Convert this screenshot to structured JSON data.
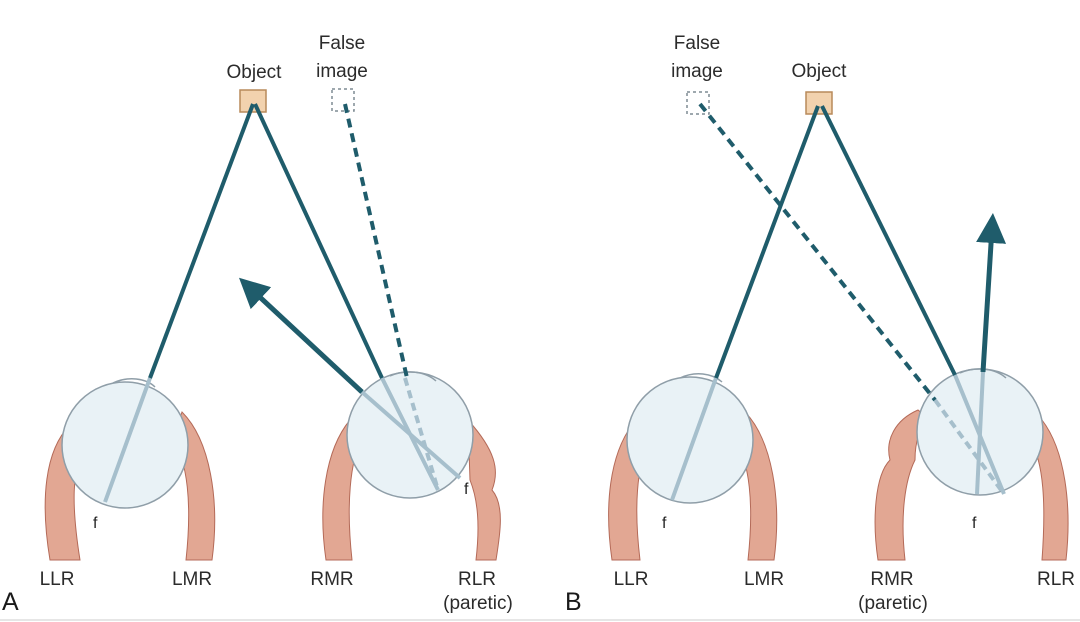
{
  "panel_a": {
    "letter": "A",
    "object": "Object",
    "false_image_1": "False",
    "false_image_2": "image",
    "fovea_left": "f",
    "fovea_right": "f",
    "muscles": [
      "LLR",
      "LMR",
      "RMR",
      "RLR"
    ],
    "paretic": "(paretic)"
  },
  "panel_b": {
    "letter": "B",
    "object": "Object",
    "false_image_1": "False",
    "false_image_2": "image",
    "fovea_left": "f",
    "fovea_right": "f",
    "muscles": [
      "LLR",
      "LMR",
      "RMR",
      "RLR"
    ],
    "paretic": "(paretic)"
  },
  "colors": {
    "ray": "#1f5c6b",
    "axis": "#a6bfcc",
    "eye_fill": "#e9f2f6",
    "eye_stroke": "#8f9ea8",
    "muscle": "#e2a793",
    "muscle_stroke": "#b46a58",
    "object": "#f2d2ae",
    "object_stroke": "#b88a5a",
    "false_box": "#7f8c93"
  }
}
